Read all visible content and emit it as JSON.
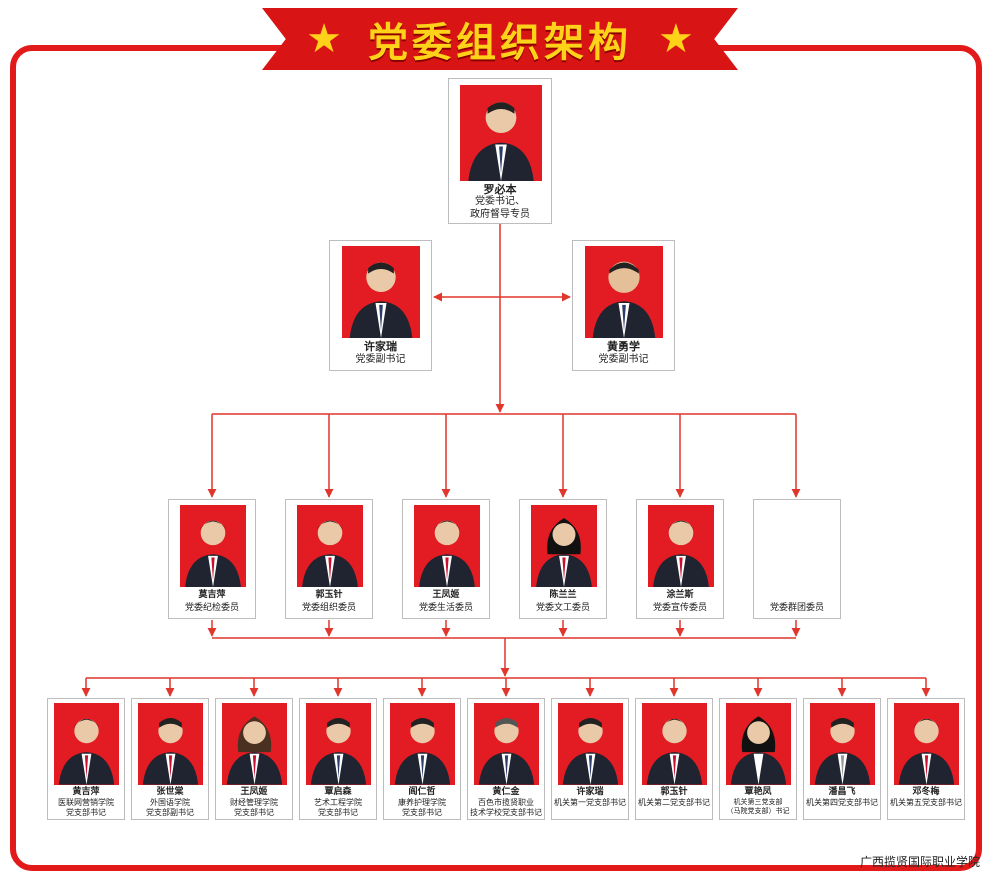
{
  "title": "党委组织架构",
  "top": {
    "name": "罗必本",
    "role": "党委书记、\n政府督导专员"
  },
  "deputies": [
    {
      "name": "许家瑞",
      "role": "党委副书记"
    },
    {
      "name": "黄勇学",
      "role": "党委副书记"
    }
  ],
  "members": [
    {
      "name": "莫吉萍",
      "role": "党委纪检委员"
    },
    {
      "name": "郭玉针",
      "role": "党委组织委员"
    },
    {
      "name": "王凤姬",
      "role": "党委生活委员"
    },
    {
      "name": "陈兰兰",
      "role": "党委文工委员"
    },
    {
      "name": "涂兰斯",
      "role": "党委宣传委员"
    },
    {
      "name": "",
      "role": "党委群团委员"
    }
  ],
  "branches": [
    {
      "name": "黄吉萍",
      "role": "医联网营销学院\n党支部书记"
    },
    {
      "name": "张世棠",
      "role": "外国语学院\n党支部副书记"
    },
    {
      "name": "王凤姬",
      "role": "财经管理学院\n党支部书记"
    },
    {
      "name": "覃启森",
      "role": "艺术工程学院\n党支部书记"
    },
    {
      "name": "阎仁哲",
      "role": "康养护理学院\n党支部书记"
    },
    {
      "name": "黄仁金",
      "role": "百色市揽贤职业\n技术学校党支部书记"
    },
    {
      "name": "许家瑞",
      "role": "机关第一党支部书记"
    },
    {
      "name": "郭玉针",
      "role": "机关第二党支部书记"
    },
    {
      "name": "覃艳凤",
      "role": "机关第三党支部\n（马院党支部）书记"
    },
    {
      "name": "潘昌飞",
      "role": "机关第四党支部书记"
    },
    {
      "name": "邓冬梅",
      "role": "机关第五党支部书记"
    }
  ],
  "footer": "广西揽贤国际职业学院",
  "colors": {
    "frame": "#e21a1a",
    "banner": "#d91414",
    "banner_text": "#ffd21a",
    "connector": "#e0362c",
    "photo_bg": "#e31b23"
  },
  "icons": {
    "banner_star": "star-icon"
  }
}
